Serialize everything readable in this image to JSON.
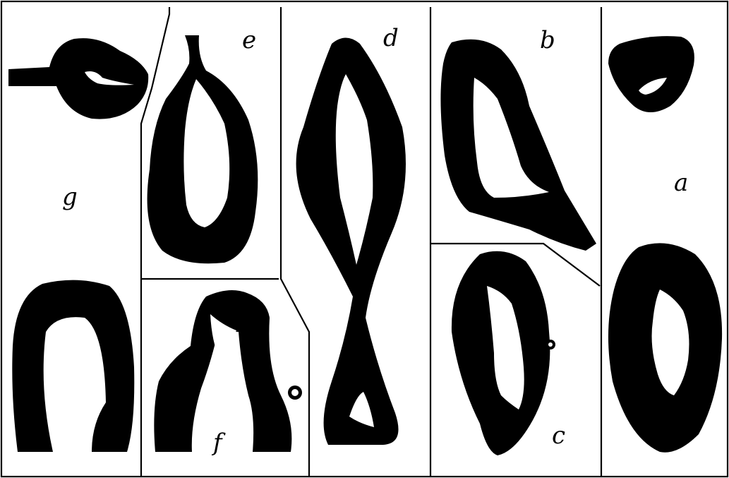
{
  "figure": {
    "labels": {
      "a": "a",
      "b": "b",
      "c": "c",
      "d": "d",
      "e": "e",
      "f": "f",
      "g": "g"
    },
    "colors": {
      "ink": "#000000",
      "paper": "#ffffff"
    }
  }
}
